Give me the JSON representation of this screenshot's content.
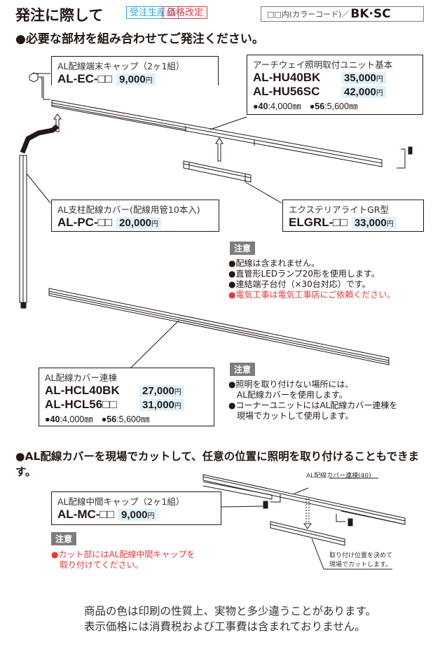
{
  "header": {
    "title": "発注に際して",
    "tag_made_to_order": "受注生産品",
    "tag_price_revised": "価格改定",
    "color_code_label": "□□内(カラーコード)／",
    "color_codes": "BK·SC",
    "instruction": "●必要な部材を組み合わせてご発注ください。"
  },
  "colors": {
    "tag_blue": "#29a7df",
    "tag_red": "#e8383d",
    "price_highlight": "#dff1fb",
    "note_badge": "#7d7d7d",
    "warning_text": "#e8383d"
  },
  "products": {
    "end_cap": {
      "name": "AL配線端末キャップ（2ヶ1組）",
      "code": "AL-EC-□□",
      "price": "9,000",
      "yen": "円"
    },
    "lighting_unit": {
      "name": "アーチウェイ照明取付ユニット基本",
      "rows": [
        {
          "code": "AL-HU40BK",
          "price": "35,000",
          "yen": "円"
        },
        {
          "code": "AL-HU56SC",
          "price": "42,000",
          "yen": "円"
        }
      ],
      "lengths": [
        {
          "size": "●40",
          "value": ":4,000㎜"
        },
        {
          "size": "●56",
          "value": ":5,600㎜"
        }
      ]
    },
    "pole_cover": {
      "name": "AL支柱配線カバー(配線用管10本入)",
      "code": "AL-PC-□□",
      "price": "20,000",
      "yen": "円"
    },
    "exterior_light": {
      "name": "エクステリアライトGR型",
      "code": "ELGRL-□□",
      "price": "33,000",
      "yen": "円"
    },
    "wiring_cover": {
      "name": "AL配線カバー連棟",
      "rows": [
        {
          "code": "AL-HCL40BK",
          "price": "27,000",
          "yen": "円"
        },
        {
          "code": "AL-HCL56□□",
          "price": "31,000",
          "yen": "円"
        }
      ],
      "lengths": [
        {
          "size": "●40",
          "value": ":4,000㎜"
        },
        {
          "size": "●56",
          "value": ":5,600㎜"
        }
      ]
    },
    "middle_cap": {
      "name": "AL配線中間キャップ（2ヶ1組）",
      "code": "AL-MC-□□",
      "price": "9,000",
      "yen": "円"
    }
  },
  "notes": {
    "badge": "注意",
    "set1": [
      {
        "text": "●配線は含まれません。",
        "warning": false
      },
      {
        "text": "●直管形LEDランプ20形を使用します。",
        "warning": false
      },
      {
        "text": "●連結端子台付（×30台対応）です。",
        "warning": false
      },
      {
        "text": "●電気工事は電気工事店にご依頼ください。",
        "warning": true
      }
    ],
    "set2": [
      "●照明を取り付けない場所には、",
      "　AL配線カバーを使用します。",
      "●コーナーユニットにはAL配線カバー連棟を",
      "　現場でカットして使用します。"
    ],
    "set3": [
      "●カット部にはAL配線中間キャップを",
      "　取り付けてください。"
    ]
  },
  "section2": {
    "heading": "●AL配線カバーを現場でカットして、任意の位置に照明を取り付けることもできます。",
    "diagram_label_cover": "AL配線カバー連棟(40)",
    "diagram_label_cut_1": "取り付け位置を決めて",
    "diagram_label_cut_2": "現場でカットします。"
  },
  "footer": {
    "line1": "商品の色は印刷の性質上、実物と多少違うことがあります。",
    "line2": "表示価格には消費税および工事費は含まれておりません。"
  }
}
